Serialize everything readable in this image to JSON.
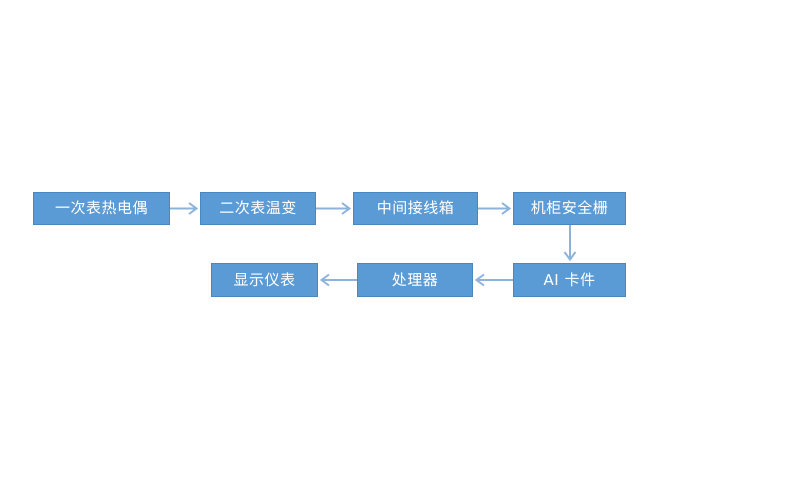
{
  "diagram": {
    "title": "",
    "background_color": "#ffffff",
    "node_fill_color": "#5b9bd5",
    "node_border_color": "#4a87c0",
    "node_text_color": "#ffffff",
    "edge_color": "#8cb3dc",
    "nodes": [
      {
        "id": "primary-thermocouple",
        "label": "一次表热电偶",
        "row": "top",
        "order": 1
      },
      {
        "id": "secondary-transmitter",
        "label": "二次表温变",
        "row": "top",
        "order": 2
      },
      {
        "id": "junction-box",
        "label": "中间接线箱",
        "row": "top",
        "order": 3
      },
      {
        "id": "cabinet-barrier",
        "label": "机柜安全栅",
        "row": "top",
        "order": 4
      },
      {
        "id": "ai-card",
        "label": "AI 卡件",
        "row": "bottom",
        "order": 5
      },
      {
        "id": "processor",
        "label": "处理器",
        "row": "bottom",
        "order": 6
      },
      {
        "id": "display-meter",
        "label": "显示仪表",
        "row": "bottom",
        "order": 7
      }
    ],
    "edges": [
      {
        "from": "primary-thermocouple",
        "to": "secondary-transmitter",
        "direction": "right"
      },
      {
        "from": "secondary-transmitter",
        "to": "junction-box",
        "direction": "right"
      },
      {
        "from": "junction-box",
        "to": "cabinet-barrier",
        "direction": "right"
      },
      {
        "from": "cabinet-barrier",
        "to": "ai-card",
        "direction": "down"
      },
      {
        "from": "ai-card",
        "to": "processor",
        "direction": "left"
      },
      {
        "from": "processor",
        "to": "display-meter",
        "direction": "left"
      }
    ]
  }
}
